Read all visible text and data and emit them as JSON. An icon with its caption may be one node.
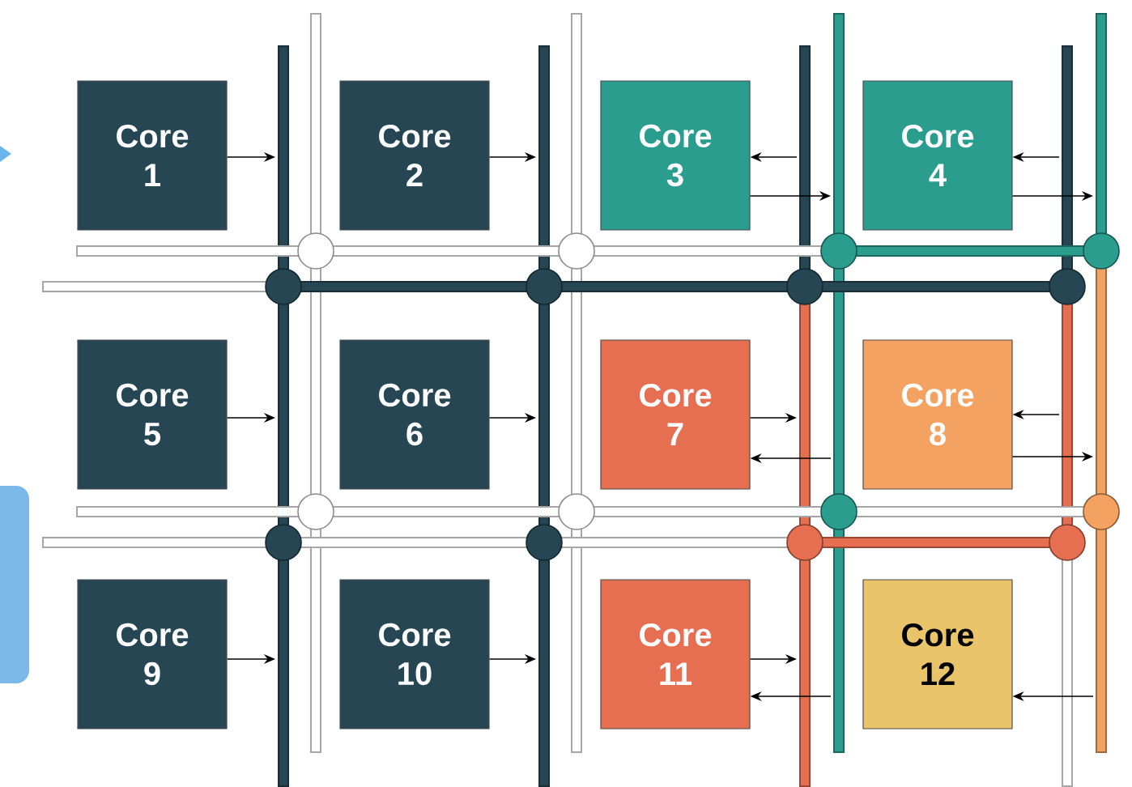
{
  "diagram": {
    "nodes": [
      {
        "text": [
          "Core 1"
        ]
      },
      {
        "text": [
          "Core 2"
        ]
      },
      {
        "text": [
          "Core 3"
        ]
      },
      {
        "text": [
          "Core 4"
        ]
      },
      {
        "text": [
          "Core 5"
        ]
      },
      {
        "text": [
          "Core 6"
        ]
      },
      {
        "text": [
          "Core 7"
        ]
      },
      {
        "text": [
          "Core 8"
        ]
      },
      {
        "text": [
          "Core 9"
        ]
      },
      {
        "text": [
          "Core 10"
        ]
      },
      {
        "text": [
          "Core 11"
        ]
      },
      {
        "text": [
          "Core 12"
        ]
      }
    ],
    "edges": [
      {
        "from": 0,
        "to": null,
        "arrow": "to"
      },
      {
        "from": 1,
        "to": null,
        "arrow": "to"
      },
      {
        "from": null,
        "to": 2,
        "arrow": "to"
      },
      {
        "from": 2,
        "to": null,
        "arrow": "to"
      },
      {
        "from": null,
        "to": 3,
        "arrow": "to"
      },
      {
        "from": 3,
        "to": null,
        "arrow": "to"
      },
      {
        "from": 4,
        "to": null,
        "arrow": "to"
      },
      {
        "from": 5,
        "to": null,
        "arrow": "to"
      },
      {
        "from": 6,
        "to": null,
        "arrow": "to"
      },
      {
        "from": null,
        "to": 6,
        "arrow": "to"
      },
      {
        "from": null,
        "to": 7,
        "arrow": "to"
      },
      {
        "from": 7,
        "to": null,
        "arrow": "to"
      },
      {
        "from": 8,
        "to": null,
        "arrow": "to"
      },
      {
        "from": 9,
        "to": null,
        "arrow": "to"
      },
      {
        "from": 10,
        "to": null,
        "arrow": "to"
      },
      {
        "from": null,
        "to": 10,
        "arrow": "to"
      },
      {
        "from": null,
        "to": 11,
        "arrow": "to"
      }
    ]
  }
}
